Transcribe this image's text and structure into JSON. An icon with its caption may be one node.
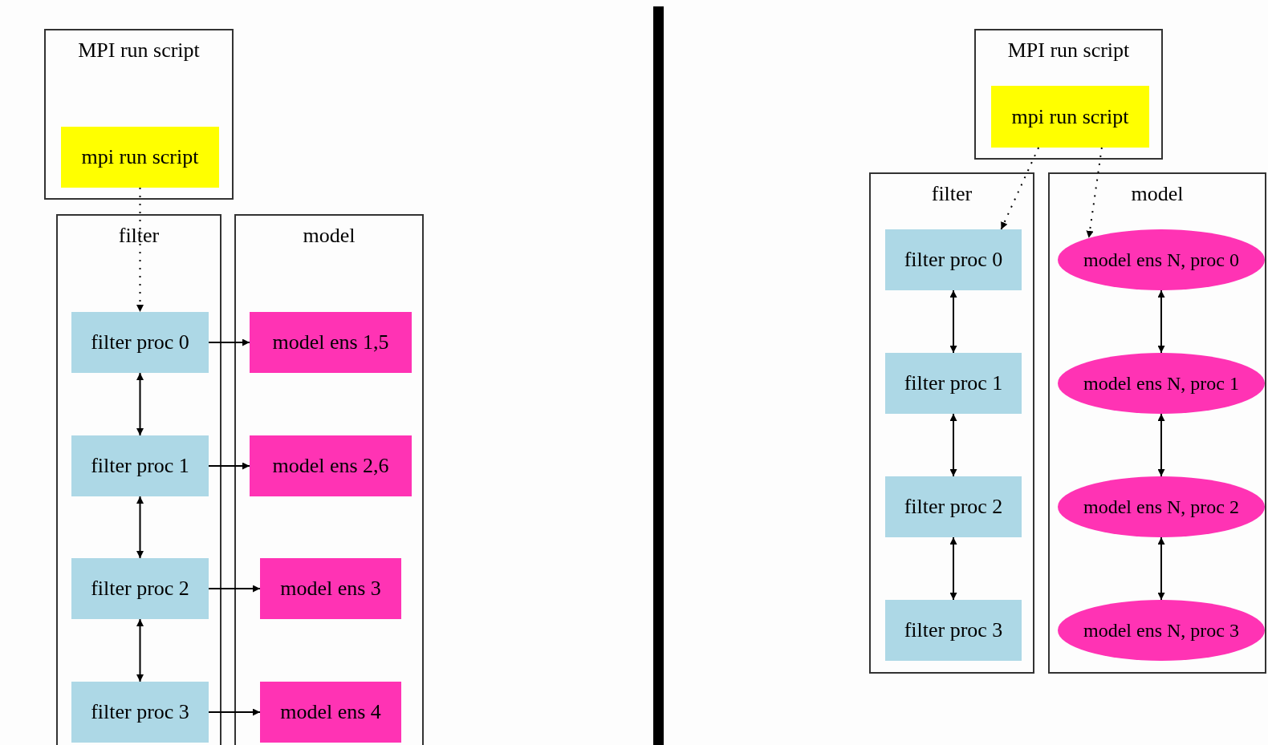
{
  "diagram": {
    "nodes": [
      {
        "text": [
          "MPI run script"
        ]
      },
      {
        "text": [
          "mpi run script"
        ],
        "in": 0
      },
      {
        "text": [
          "filter"
        ]
      },
      {
        "text": [
          "filter proc 0"
        ],
        "in": 2
      },
      {
        "text": [
          "filter proc 1"
        ],
        "in": 2
      },
      {
        "text": [
          "filter proc 2"
        ],
        "in": 2
      },
      {
        "text": [
          "filter proc 3"
        ],
        "in": 2
      },
      {
        "text": [
          "model"
        ]
      },
      {
        "text": [
          "model ens 1,5"
        ],
        "in": 7
      },
      {
        "text": [
          "model ens 2,6"
        ],
        "in": 7
      },
      {
        "text": [
          "model ens 3"
        ],
        "in": 7
      },
      {
        "text": [
          "model ens 4"
        ],
        "in": 7
      },
      {
        "text": [
          "MPI run script"
        ]
      },
      {
        "text": [
          "mpi run script"
        ],
        "in": 12
      },
      {
        "text": [
          "filter"
        ]
      },
      {
        "text": [
          "filter proc 0"
        ],
        "in": 14
      },
      {
        "text": [
          "filter proc 1"
        ],
        "in": 14
      },
      {
        "text": [
          "filter proc 2"
        ],
        "in": 14
      },
      {
        "text": [
          "filter proc 3"
        ],
        "in": 14
      },
      {
        "text": [
          "model"
        ]
      },
      {
        "text": [
          "model ens N, proc 0"
        ],
        "in": 19
      },
      {
        "text": [
          "model ens N, proc 1"
        ],
        "in": 19
      },
      {
        "text": [
          "model ens N, proc 2"
        ],
        "in": 19
      },
      {
        "text": [
          "model ens N, proc 3"
        ],
        "in": 19
      }
    ],
    "edges": [
      {
        "from": 1,
        "to": 3,
        "arrow": "to",
        "style": "dashed"
      },
      {
        "from": 3,
        "to": 4,
        "arrow": "both"
      },
      {
        "from": 4,
        "to": 5,
        "arrow": "both"
      },
      {
        "from": 5,
        "to": 6,
        "arrow": "both"
      },
      {
        "from": 3,
        "to": 8,
        "arrow": "to"
      },
      {
        "from": 4,
        "to": 9,
        "arrow": "to"
      },
      {
        "from": 5,
        "to": 10,
        "arrow": "to"
      },
      {
        "from": 6,
        "to": 11,
        "arrow": "to"
      },
      {
        "from": 13,
        "to": 15,
        "arrow": "to",
        "style": "dashed"
      },
      {
        "from": 13,
        "to": 20,
        "arrow": "to",
        "style": "dashed"
      },
      {
        "from": 15,
        "to": 16,
        "arrow": "both"
      },
      {
        "from": 16,
        "to": 17,
        "arrow": "both"
      },
      {
        "from": 17,
        "to": 18,
        "arrow": "both"
      },
      {
        "from": 20,
        "to": 21,
        "arrow": "both"
      },
      {
        "from": 21,
        "to": 22,
        "arrow": "both"
      },
      {
        "from": 22,
        "to": 23,
        "arrow": "both"
      }
    ]
  }
}
